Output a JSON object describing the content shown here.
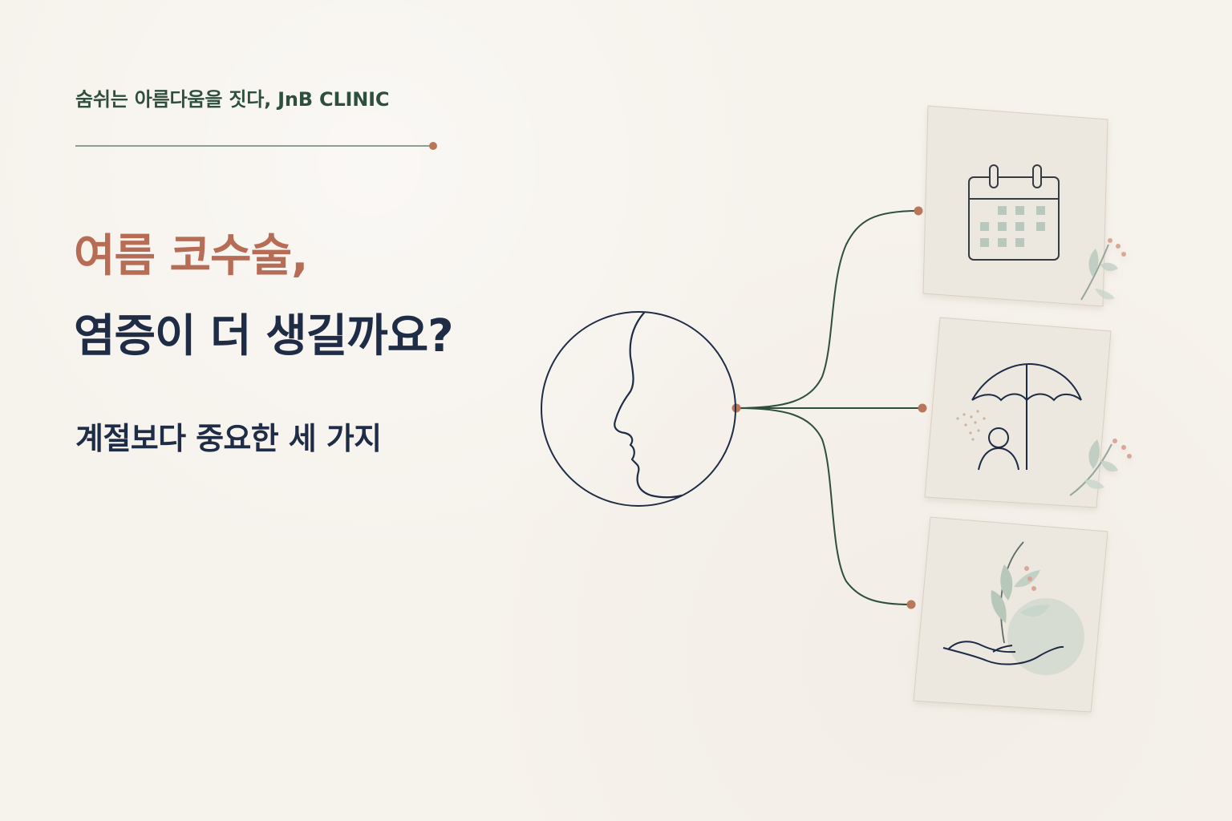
{
  "tagline": "숨쉬는 아름다움을 짓다, JnB CLINIC",
  "headline": {
    "line1": "여름 코수술,",
    "line2": "염증이 더 생길까요?"
  },
  "subtitle": "계절보다 중요한 세 가지",
  "colors": {
    "background": "#f6f2ec",
    "accent": "#b66c55",
    "navy": "#1f2c45",
    "green": "#2f4f3d",
    "connector": "#b9775a"
  },
  "icons": [
    "face-profile-icon",
    "calendar-icon",
    "umbrella-person-icon",
    "hand-plant-icon"
  ]
}
